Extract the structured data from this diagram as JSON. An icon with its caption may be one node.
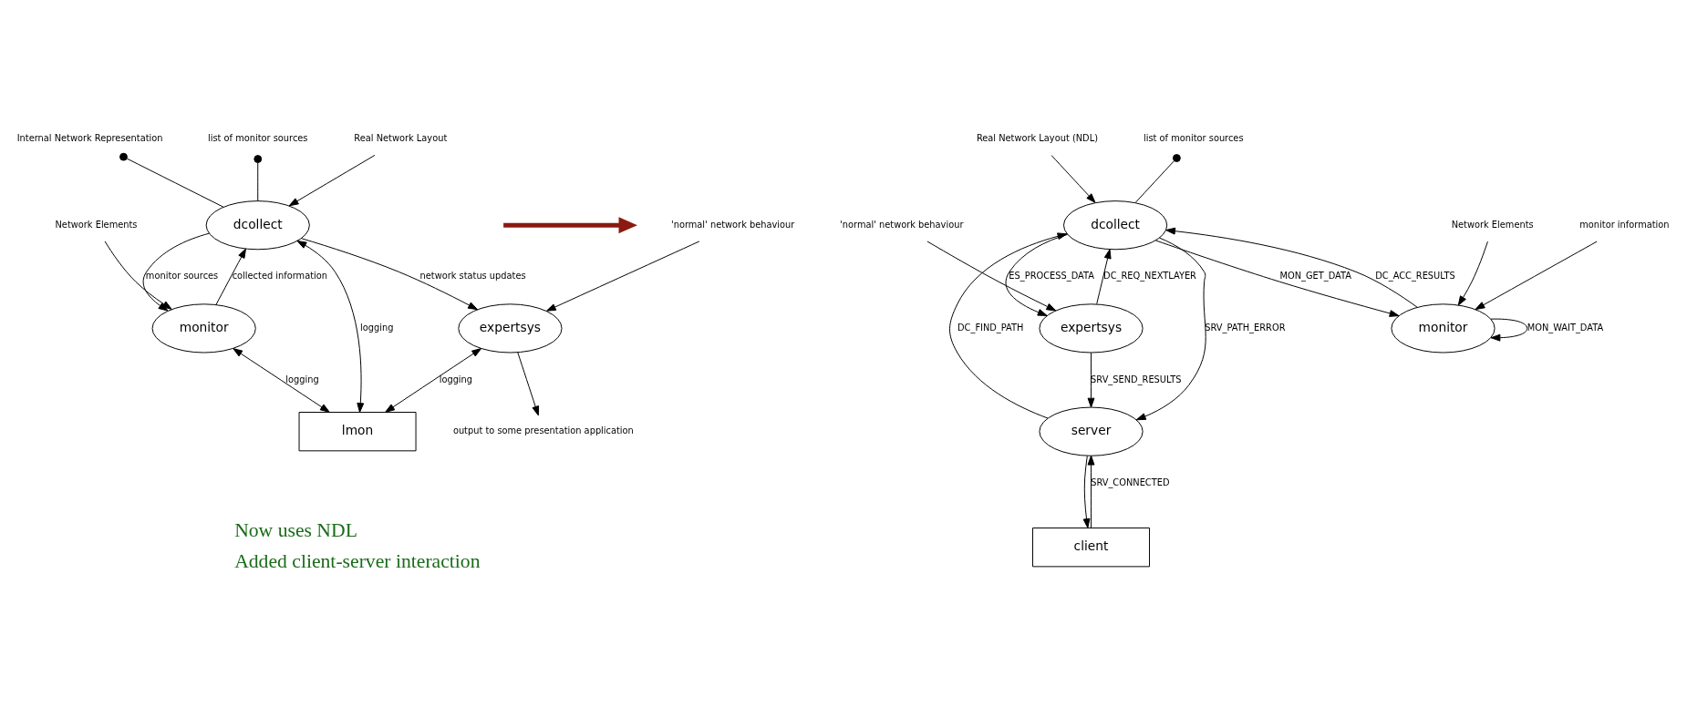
{
  "diagram": {
    "nodes": [
      {
        "text": [
          "dcollect"
        ]
      },
      {
        "text": [
          "monitor"
        ]
      },
      {
        "text": [
          "expertsys"
        ]
      },
      {
        "text": [
          "lmon"
        ]
      },
      {
        "text": [
          "Network Elements"
        ]
      },
      {
        "text": [
          "Internal Network Representation"
        ]
      },
      {
        "text": [
          "list of monitor sources"
        ]
      },
      {
        "text": [
          "Real Network Layout"
        ]
      },
      {
        "text": [
          "'normal' network behaviour"
        ]
      },
      {
        "text": [
          "output to some presentation application"
        ]
      },
      {
        "text": [
          "dcollect"
        ]
      },
      {
        "text": [
          "monitor"
        ]
      },
      {
        "text": [
          "server"
        ]
      },
      {
        "text": [
          "expertsys"
        ]
      },
      {
        "text": [
          "client"
        ]
      },
      {
        "text": [
          "list of monitor sources"
        ]
      },
      {
        "text": [
          "Real Network Layout (NDL)"
        ]
      },
      {
        "text": [
          "monitor information"
        ]
      },
      {
        "text": [
          "Network Elements"
        ]
      },
      {
        "text": [
          "'normal' network behaviour"
        ]
      }
    ],
    "edges": [
      {
        "from": 5,
        "to": 0,
        "arrow": "other"
      },
      {
        "from": 6,
        "to": 0,
        "arrow": "other"
      },
      {
        "from": 7,
        "to": 0,
        "arrow": "to"
      },
      {
        "from": 0,
        "to": 1,
        "arrow": "to",
        "label": "monitor sources"
      },
      {
        "from": 1,
        "to": 0,
        "arrow": "to",
        "label": "collected information"
      },
      {
        "from": 4,
        "to": 1,
        "arrow": "to"
      },
      {
        "from": 0,
        "to": 2,
        "arrow": "to",
        "label": "network status updates"
      },
      {
        "from": 8,
        "to": 2,
        "arrow": "to"
      },
      {
        "from": 2,
        "to": 9,
        "arrow": "to"
      },
      {
        "from": 1,
        "to": 3,
        "arrow": "both",
        "label": "logging"
      },
      {
        "from": 0,
        "to": 3,
        "arrow": "both",
        "label": "logging"
      },
      {
        "from": 2,
        "to": 3,
        "arrow": "both",
        "label": "logging"
      },
      {
        "from": 15,
        "to": 10,
        "arrow": "other"
      },
      {
        "from": 16,
        "to": 10,
        "arrow": "to"
      },
      {
        "from": 10,
        "to": 11,
        "arrow": "to",
        "label": "MON_GET_DATA"
      },
      {
        "from": 11,
        "to": 10,
        "arrow": "to",
        "label": "DC_ACC_RESULTS"
      },
      {
        "from": 17,
        "to": 11,
        "arrow": "to"
      },
      {
        "from": 18,
        "to": 11,
        "arrow": "to"
      },
      {
        "from": 11,
        "to": 11,
        "arrow": "to",
        "label": "MON_WAIT_DATA"
      },
      {
        "from": 10,
        "to": 12,
        "arrow": "to",
        "label": "SRV_PATH_ERROR"
      },
      {
        "from": 12,
        "to": 10,
        "arrow": "to",
        "label": "DC_FIND_PATH"
      },
      {
        "from": 13,
        "to": 10,
        "arrow": "to",
        "label": "DC_REQ_NEXTLAYER"
      },
      {
        "from": 10,
        "to": 13,
        "arrow": "to",
        "label": "ES_PROCESS_DATA"
      },
      {
        "from": 13,
        "to": 12,
        "arrow": "to",
        "label": "SRV_SEND_RESULTS"
      },
      {
        "from": 19,
        "to": 13,
        "arrow": "to"
      },
      {
        "from": 14,
        "to": 12,
        "arrow": "to",
        "label": "SRV_CONNECTED"
      },
      {
        "from": 12,
        "to": 14,
        "arrow": "to"
      }
    ],
    "labels": [
      "Now uses NDL",
      "Added client-server interaction"
    ]
  }
}
